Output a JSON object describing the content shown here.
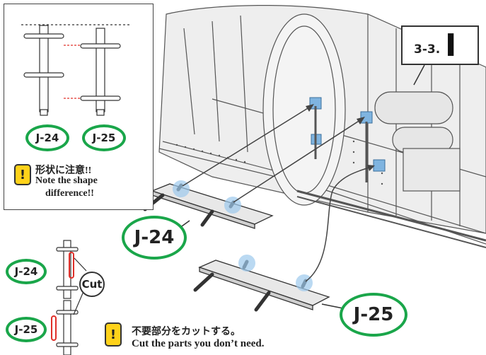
{
  "step": {
    "number": "3-3.",
    "letter": "I"
  },
  "inset": {
    "labels": [
      "J-24",
      "J-25"
    ],
    "warning_icon": "!",
    "note_ja": "形状に注意!!",
    "note_en_line1": "Note the shape",
    "note_en_line2": "difference!!"
  },
  "callouts": {
    "main_24": "J-24",
    "main_25": "J-25"
  },
  "cut": {
    "label_24": "J-24",
    "label_25": "J-25",
    "cut_text": "Cut",
    "warning_icon": "!",
    "note_ja": "不要部分をカットする。",
    "note_en": "Cut the parts you don’t need."
  },
  "colors": {
    "callout_green": "#1aa64a",
    "warning_yellow": "#ffd21a",
    "highlight_blue": "#9cc9ec",
    "cut_red": "#e0302a"
  }
}
